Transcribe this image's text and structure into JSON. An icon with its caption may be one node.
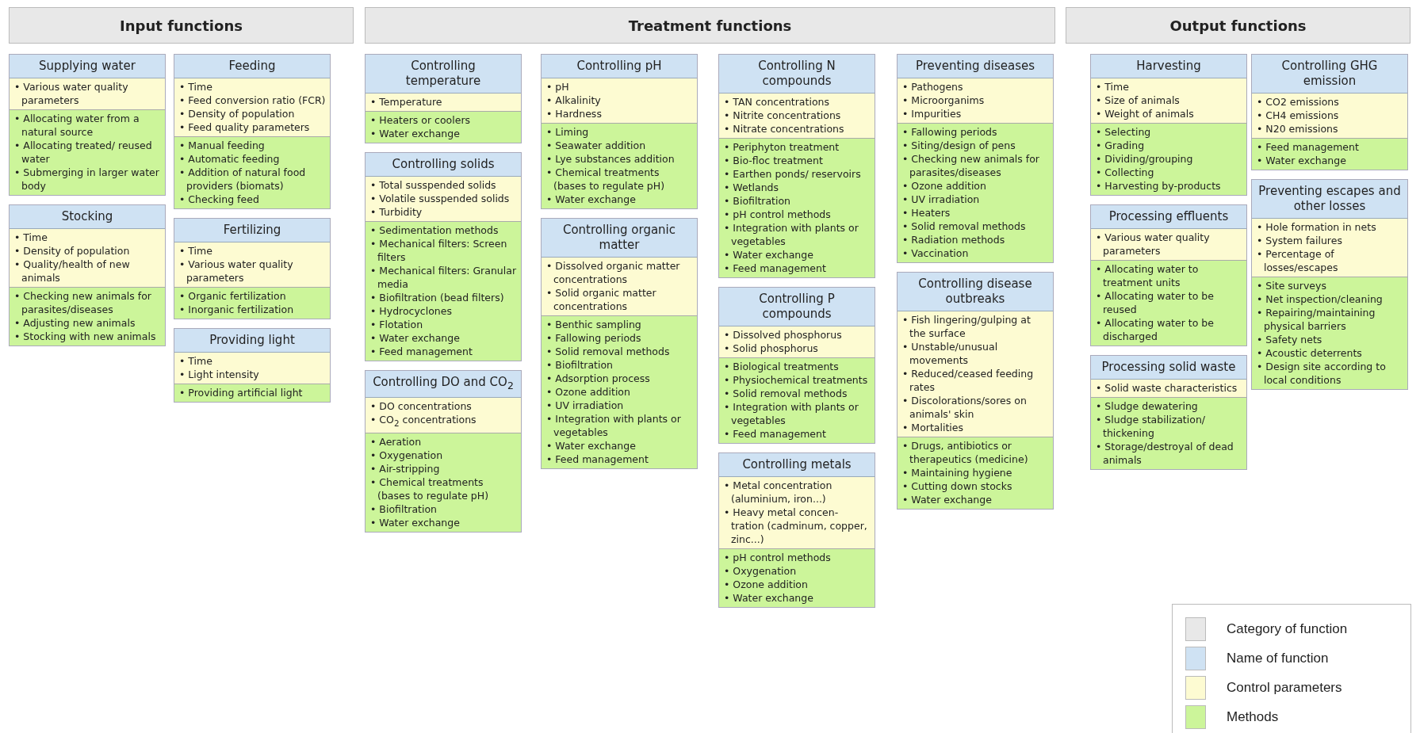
{
  "diagram": {
    "nodes": [
      {
        "text": [
          "Input functions"
        ]
      },
      {
        "text": [
          "Supplying water"
        ]
      },
      {
        "text": [
          "• Various water quality parameters"
        ],
        "in": 1
      },
      {
        "text": [
          "• Allocating water from a natural source",
          "• Allocating treated/ reused water",
          "• Submerging in larger water body"
        ],
        "in": 1
      },
      {
        "text": [
          "Stocking"
        ]
      },
      {
        "text": [
          "• Time",
          "• Density of population",
          "• Quality/health of new animals"
        ],
        "in": 4
      },
      {
        "text": [
          "• Checking new animals for parasites/diseases",
          "• Adjusting new animals",
          "• Stocking with new animals"
        ],
        "in": 4
      },
      {
        "text": [
          "Feeding"
        ]
      },
      {
        "text": [
          "• Time",
          "• Feed conversion ratio (FCR)",
          "• Density of population",
          "• Feed quality parameters"
        ],
        "in": 7
      },
      {
        "text": [
          "• Manual feeding",
          "• Automatic feeding",
          "• Addition of natural food providers (biomats)",
          "• Checking feed"
        ],
        "in": 7
      },
      {
        "text": [
          "Fertilizing"
        ]
      },
      {
        "text": [
          "• Time",
          "• Various water quality parameters"
        ],
        "in": 10
      },
      {
        "text": [
          "• Organic fertilization",
          "• Inorganic fertilization"
        ],
        "in": 10
      },
      {
        "text": [
          "Providing light"
        ]
      },
      {
        "text": [
          "• Time",
          "• Light intensity"
        ],
        "in": 13
      },
      {
        "text": [
          "• Providing artificial light"
        ],
        "in": 13
      },
      {
        "text": [
          "Treatment functions"
        ]
      },
      {
        "text": [
          "Controlling temperature"
        ]
      },
      {
        "text": [
          "• Temperature"
        ],
        "in": 17
      },
      {
        "text": [
          "• Heaters or coolers",
          "• Water exchange"
        ],
        "in": 17
      },
      {
        "text": [
          "Controlling solids"
        ]
      },
      {
        "text": [
          "• Total susspended solids",
          "• Volatile susspended solids",
          "• Turbidity"
        ],
        "in": 20
      },
      {
        "text": [
          "• Sedimentation methods",
          "• Mechanical filters: Screen filters",
          "• Mechanical filters: Granular media",
          "• Biofiltration (bead filters)",
          "• Hydrocyclones",
          "• Flotation",
          "• Water exchange",
          "• Feed  management"
        ],
        "in": 20
      },
      {
        "text": [
          "Controlling DO and CO$_{2}$"
        ]
      },
      {
        "text": [
          "• DO concentrations",
          "• CO$_{2}$ concentrations"
        ],
        "in": 23
      },
      {
        "text": [
          "• Aeration",
          "• Oxygenation",
          "• Air-stripping",
          "• Chemical treatments (bases to regulate pH)",
          "• Biofiltration",
          "• Water exchange"
        ],
        "in": 23
      },
      {
        "text": [
          "Controlling pH"
        ]
      },
      {
        "text": [
          "• pH",
          "• Alkalinity",
          "• Hardness"
        ],
        "in": 26
      },
      {
        "text": [
          "• Liming",
          "• Seawater addition",
          "• Lye substances addition",
          "• Chemical treatments (bases to regulate pH)",
          "• Water exchange"
        ],
        "in": 26
      },
      {
        "text": [
          "Controlling organic matter"
        ]
      },
      {
        "text": [
          "• Dissolved organic matter concentrations",
          "• Solid organic matter concentrations"
        ],
        "in": 29
      },
      {
        "text": [
          "• Benthic sampling",
          "• Fallowing periods",
          "• Solid removal methods",
          "• Biofiltration",
          "• Adsorption process",
          "• Ozone addition",
          "• UV irradiation",
          "• Integration with plants or vegetables",
          "• Water exchange",
          "• Feed management"
        ],
        "in": 29
      },
      {
        "text": [
          "Controlling N compounds"
        ]
      },
      {
        "text": [
          "• TAN concentrations",
          "• Nitrite concentrations",
          "• Nitrate concentrations"
        ],
        "in": 32
      },
      {
        "text": [
          "• Periphyton treatment",
          "• Bio-floc treatment",
          "• Earthen ponds/ reservoirs",
          "• Wetlands",
          "• Biofiltration",
          "• pH control methods",
          "• Integration with plants or vegetables",
          "• Water exchange",
          "• Feed management"
        ],
        "in": 32
      },
      {
        "text": [
          "Controlling P compounds"
        ]
      },
      {
        "text": [
          "• Dissolved phosphorus",
          "• Solid phosphorus"
        ],
        "in": 35
      },
      {
        "text": [
          "• Biological treatments",
          "• Physiochemical treatments",
          "• Solid removal methods",
          "• Integration with plants or vegetables",
          "• Feed management"
        ],
        "in": 35
      },
      {
        "text": [
          "Controlling metals"
        ]
      },
      {
        "text": [
          "• Metal concentration (aluminium, iron...)",
          "• Heavy metal concen- tration (cadminum, copper, zinc...)"
        ],
        "in": 38
      },
      {
        "text": [
          "• pH control methods",
          "• Oxygenation",
          "• Ozone addition",
          "• Water exchange"
        ],
        "in": 38
      },
      {
        "text": [
          "Preventing diseases"
        ]
      },
      {
        "text": [
          "• Pathogens",
          "• Microorganims",
          "• Impurities"
        ],
        "in": 41
      },
      {
        "text": [
          "• Fallowing periods",
          "• Siting/design of pens",
          "• Checking new animals for parasites/diseases",
          "• Ozone addition",
          "• UV irradiation",
          "• Heaters",
          "• Solid removal methods",
          "• Radiation methods",
          "• Vaccination"
        ],
        "in": 41
      },
      {
        "text": [
          "Controlling disease outbreaks"
        ]
      },
      {
        "text": [
          "• Fish lingering/gulping at the surface",
          "• Unstable/unusual movements",
          "• Reduced/ceased feeding rates",
          "• Discolorations/sores on animals' skin",
          "• Mortalities"
        ],
        "in": 44
      },
      {
        "text": [
          "• Drugs, antibiotics or therapeutics (medicine)",
          "• Maintaining hygiene",
          "• Cutting down stocks",
          "• Water exchange"
        ],
        "in": 44
      },
      {
        "text": [
          "Output functions"
        ]
      },
      {
        "text": [
          "Harvesting"
        ]
      },
      {
        "text": [
          "• Time",
          "• Size of animals",
          "• Weight of animals"
        ],
        "in": 48
      },
      {
        "text": [
          "• Selecting",
          "• Grading",
          "• Dividing/grouping",
          "• Collecting",
          "• Harvesting by-products"
        ],
        "in": 48
      },
      {
        "text": [
          "Processing effluents"
        ]
      },
      {
        "text": [
          "• Various water quality parameters"
        ],
        "in": 51
      },
      {
        "text": [
          "• Allocating water to treatment units",
          "• Allocating water to be reused",
          "• Allocating water to be discharged"
        ],
        "in": 51
      },
      {
        "text": [
          "Processing solid waste"
        ]
      },
      {
        "text": [
          "• Solid waste characteristics"
        ],
        "in": 54
      },
      {
        "text": [
          "• Sludge dewatering",
          "• Sludge stabilization/ thickening",
          "• Storage/destroyal of dead animals"
        ],
        "in": 54
      },
      {
        "text": [
          "Controlling GHG emission"
        ]
      },
      {
        "text": [
          "• CO2 emissions",
          "• CH4 emissions",
          "• N20 emissions"
        ],
        "in": 57
      },
      {
        "text": [
          "• Feed management",
          "• Water exchange"
        ],
        "in": 57
      },
      {
        "text": [
          "Preventing escapes and other losses"
        ]
      },
      {
        "text": [
          "• Hole formation in nets",
          "• System failures",
          "• Percentage of losses/escapes"
        ],
        "in": 60
      },
      {
        "text": [
          "• Site surveys",
          "• Net inspection/cleaning",
          "• Repairing/maintaining physical barriers",
          "• Safety nets",
          "• Acoustic deterrents",
          "• Design site according to local conditions"
        ],
        "in": 60
      }
    ],
    "legend": [
      {
        "text": "Category of function",
        "color": "#e8e8e8"
      },
      {
        "text": "Name of function",
        "color": "#cfe2f3"
      },
      {
        "text": "Control parameters",
        "color": "#fdfbd2"
      },
      {
        "text": "Methods",
        "color": "#ccf59a"
      }
    ]
  }
}
